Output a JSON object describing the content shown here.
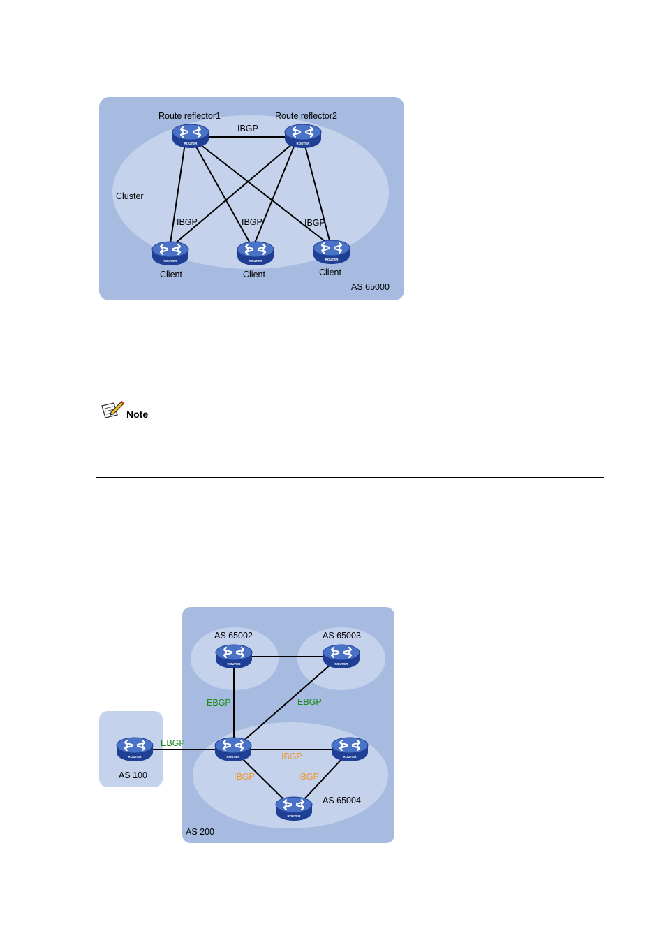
{
  "figure1": {
    "rr1_label": "Route reflector1",
    "rr2_label": "Route reflector2",
    "cluster_label": "Cluster",
    "as_label": "AS 65000",
    "client_label": "Client",
    "ibgp_label": "IBGP"
  },
  "note": {
    "title": "Note",
    "icon": "note-pencil-icon"
  },
  "figure2": {
    "as_outer_label": "AS 200",
    "as_left_label": "AS 100",
    "sub_as_1": "AS 65002",
    "sub_as_2": "AS 65003",
    "sub_as_3": "AS 65004",
    "ebgp_label": "EBGP",
    "ibgp_label": "IBGP",
    "ebgp_color": "#1a8a1a",
    "ibgp_color": "#f0962a"
  },
  "router": {
    "badge": "ROUTER",
    "icon": "router-icon"
  },
  "colors": {
    "region_outer": "#a6bbdf",
    "region_inner": "#c4d2ec",
    "router_body": "#2a4fa8",
    "router_top": "#4f76c8"
  }
}
